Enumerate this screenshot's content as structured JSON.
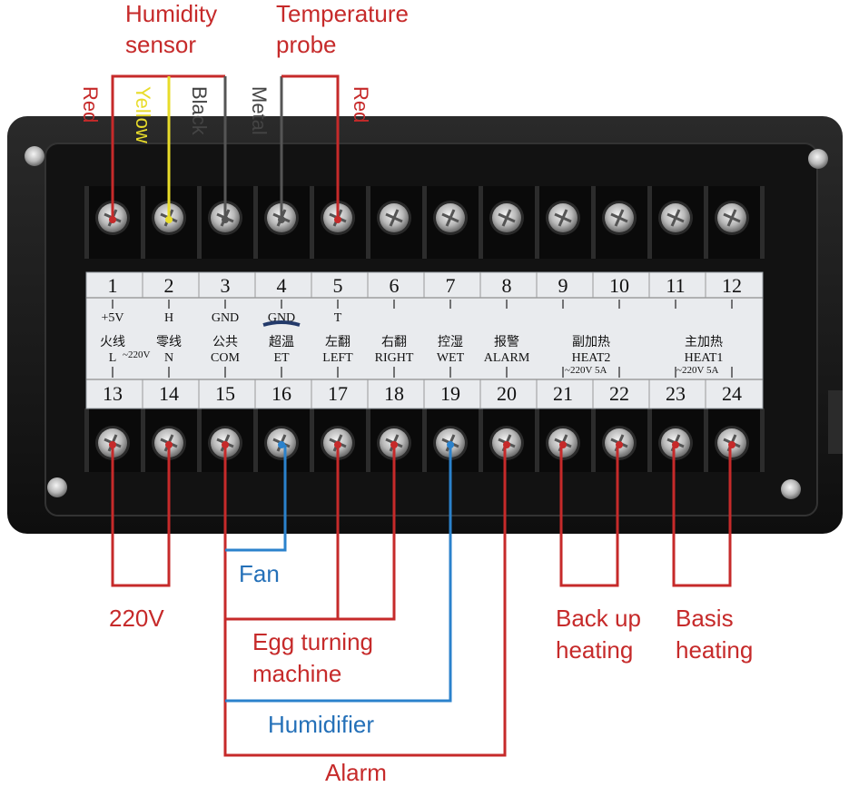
{
  "sensor_labels": {
    "humidity_sensor": [
      "Humidity",
      "sensor"
    ],
    "temperature_probe": [
      "Temperature",
      "probe"
    ]
  },
  "wire_colors": {
    "red1": "Red",
    "yellow": "Yellow",
    "black": "Black",
    "metal": "Metal",
    "red2": "Red"
  },
  "top_numbers": [
    "1",
    "2",
    "3",
    "4",
    "5",
    "6",
    "7",
    "8",
    "9",
    "10",
    "11",
    "12"
  ],
  "top_signals": [
    "+5V",
    "H",
    "GND",
    "GND",
    "T",
    "",
    "",
    "",
    "",
    "",
    "",
    ""
  ],
  "bottom_cn": [
    "火线",
    "零线",
    "公共",
    "超温",
    "左翻",
    "右翻",
    "控湿",
    "报警",
    "副加热",
    "主加热"
  ],
  "bottom_en": [
    "L",
    "N",
    "COM",
    "ET",
    "LEFT",
    "RIGHT",
    "WET",
    "ALARM",
    "HEAT2",
    "HEAT1"
  ],
  "bottom_voltage": {
    "ln": "~220V",
    "heat2": "~220V 5A",
    "heat1": "~220V 5A"
  },
  "bottom_numbers": [
    "13",
    "14",
    "15",
    "16",
    "17",
    "18",
    "19",
    "20",
    "21",
    "22",
    "23",
    "24"
  ],
  "output_labels": {
    "power": "220V",
    "fan": "Fan",
    "egg_turning": [
      "Egg turning",
      "machine"
    ],
    "humidifier": "Humidifier",
    "alarm": "Alarm",
    "backup_heating": [
      "Back up",
      "heating"
    ],
    "basis_heating": [
      "Basis",
      "heating"
    ]
  },
  "colors": {
    "red": "#c62a2a",
    "blue": "#2470b8",
    "panel": "#161616"
  }
}
